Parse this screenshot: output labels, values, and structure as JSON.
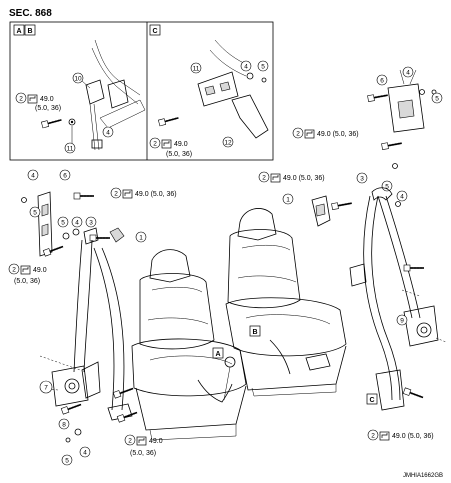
{
  "header": {
    "section": "SEC. 868"
  },
  "footer": {
    "code": "JMHIA1662GB"
  },
  "panels": {
    "ab": {
      "box_a": "A",
      "box_b": "B"
    },
    "c": {
      "box_c": "C"
    }
  },
  "callouts": {
    "c1": "1",
    "c2": "2",
    "c3": "3",
    "c4": "4",
    "c5": "5",
    "c6": "6",
    "c7": "7",
    "c8": "8",
    "c9": "9",
    "c10": "10",
    "c11": "11",
    "c12": "12"
  },
  "torque": {
    "full": "49.0 (5.0, 36)",
    "value": "49.0",
    "detail": "(5.0, 36)"
  },
  "view_markers": {
    "a": "A",
    "b": "B",
    "c": "C"
  }
}
